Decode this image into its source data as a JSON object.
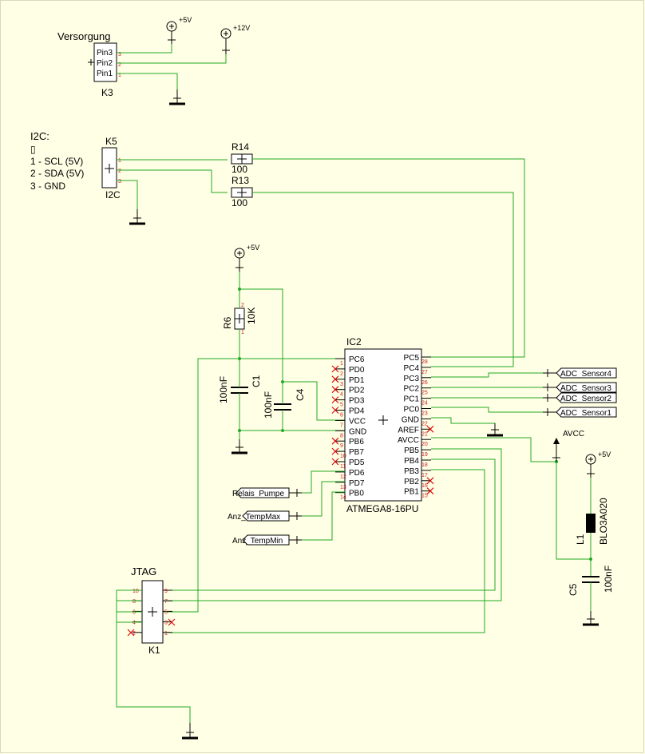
{
  "supply": {
    "title": "Versorgung",
    "connector": "K3",
    "pins": [
      "Pin3",
      "Pin2",
      "Pin1"
    ],
    "pin_numbers": [
      "3",
      "2",
      "1"
    ],
    "rail_5v": "+5V",
    "rail_12v": "+12V"
  },
  "i2c": {
    "header": "I2C:",
    "header_box": "▯",
    "lines": [
      "1 - SCL (5V)",
      "2 - SDA (5V)",
      "3 - GND"
    ],
    "connector": "K5",
    "connector_label": "I2C",
    "pin_numbers": [
      "1",
      "2",
      "3"
    ]
  },
  "resistors": {
    "r14": {
      "name": "R14",
      "value": "100"
    },
    "r13": {
      "name": "R13",
      "value": "100"
    },
    "r6": {
      "name": "R6",
      "value": "10K"
    }
  },
  "capacitors": {
    "c1": {
      "name": "C1",
      "value": "100nF"
    },
    "c4": {
      "name": "C4",
      "value": "100nF"
    },
    "c5": {
      "name": "C5",
      "value": "100nF"
    }
  },
  "inductor": {
    "name": "L1",
    "value": "BLO3A020"
  },
  "rails": {
    "vcc_r6": "+5V",
    "vcc_l1": "+5V",
    "avcc": "AVCC"
  },
  "ic": {
    "name": "IC2",
    "part": "ATMEGA8-16PU",
    "left_pins": [
      {
        "label": "PC6",
        "num": "1"
      },
      {
        "label": "PD0",
        "num": "2"
      },
      {
        "label": "PD1",
        "num": "3"
      },
      {
        "label": "PD2",
        "num": "4"
      },
      {
        "label": "PD3",
        "num": "5"
      },
      {
        "label": "PD4",
        "num": "6"
      },
      {
        "label": "VCC",
        "num": "7"
      },
      {
        "label": "GND",
        "num": "8"
      },
      {
        "label": "PB6",
        "num": "9"
      },
      {
        "label": "PB7",
        "num": "10"
      },
      {
        "label": "PD5",
        "num": "11"
      },
      {
        "label": "PD6",
        "num": "12"
      },
      {
        "label": "PD7",
        "num": "13"
      },
      {
        "label": "PB0",
        "num": "14"
      }
    ],
    "right_pins": [
      {
        "label": "PC5",
        "num": "28"
      },
      {
        "label": "PC4",
        "num": "27"
      },
      {
        "label": "PC3",
        "num": "26"
      },
      {
        "label": "PC2",
        "num": "25"
      },
      {
        "label": "PC1",
        "num": "24"
      },
      {
        "label": "PC0",
        "num": "23"
      },
      {
        "label": "GND",
        "num": "22"
      },
      {
        "label": "AREF",
        "num": "21"
      },
      {
        "label": "AVCC",
        "num": "20"
      },
      {
        "label": "PB5",
        "num": "19"
      },
      {
        "label": "PB4",
        "num": "18"
      },
      {
        "label": "PB3",
        "num": "17"
      },
      {
        "label": "PB2",
        "num": "16"
      },
      {
        "label": "PB1",
        "num": "15"
      }
    ]
  },
  "net_labels": {
    "adc4": "ADC_Sensor4",
    "adc3": "ADC_Sensor3",
    "adc2": "ADC_Sensor2",
    "adc1": "ADC_Sensor1",
    "relais": "Relais_Pumpe",
    "tempmax": "Anz_TempMax",
    "tempmin": "Anz_TempMin"
  },
  "jtag": {
    "title": "JTAG",
    "connector": "K1",
    "left_nums": [
      "10",
      "8",
      "6",
      "4",
      "2"
    ],
    "right_nums": [
      "9",
      "7",
      "5",
      "3",
      "1"
    ]
  }
}
